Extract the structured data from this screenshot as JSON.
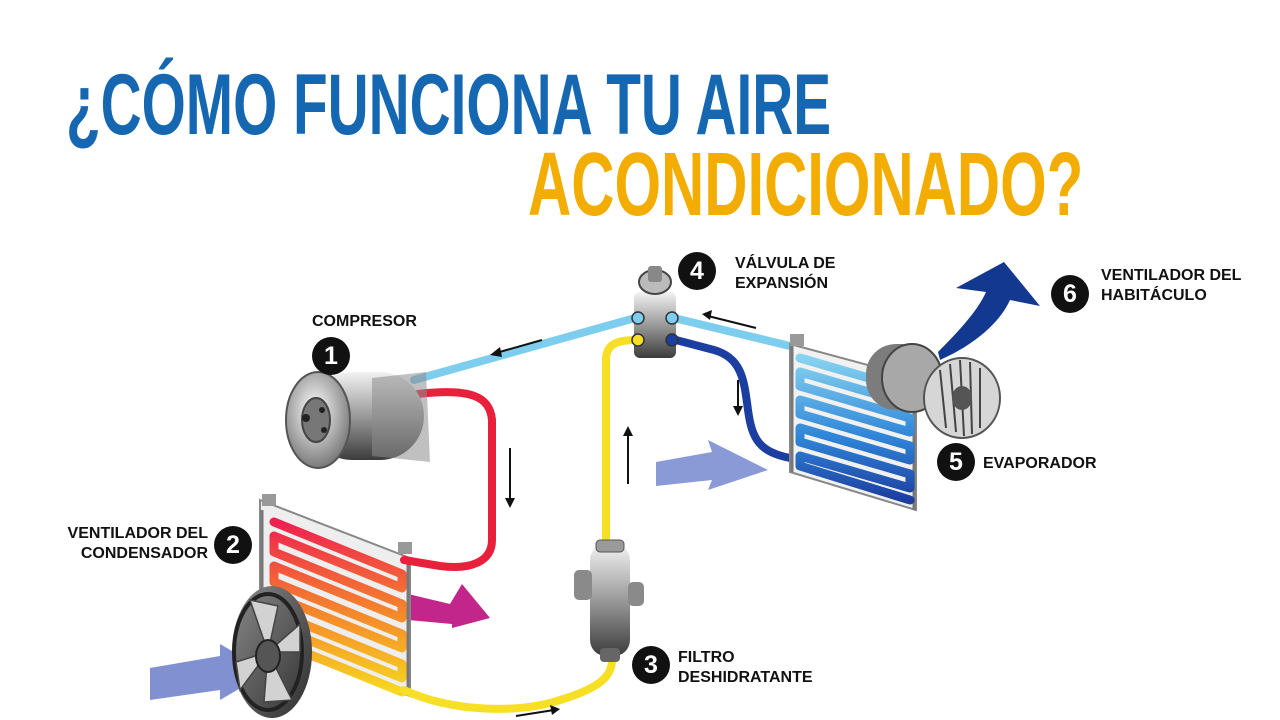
{
  "title": {
    "line1": "¿CÓMO FUNCIONA TU AIRE",
    "line2": "ACONDICIONADO?",
    "line1_color": "#1467b0",
    "line2_color": "#f2ad00"
  },
  "colors": {
    "low_pressure_gas": "#7dcdee",
    "high_pressure_gas": "#e8203c",
    "high_pressure_liquid": "#f7df25",
    "low_pressure_liquid": "#1c3ea0",
    "hot_air": "#c2268a",
    "outside_air": "#7f8fcf",
    "cabin_air": "#12398f"
  },
  "components": [
    {
      "number": "1",
      "label": "COMPRESOR",
      "icon": "compressor-icon"
    },
    {
      "number": "2",
      "label": "VENTILADOR DEL\nCONDENSADOR",
      "icon": "condenser-fan-icon"
    },
    {
      "number": "3",
      "label": "FILTRO\nDESHIDRATANTE",
      "icon": "receiver-drier-icon"
    },
    {
      "number": "4",
      "label": "VÁLVULA DE\nEXPANSIÓN",
      "icon": "expansion-valve-icon"
    },
    {
      "number": "5",
      "label": "EVAPORADOR",
      "icon": "evaporator-icon"
    },
    {
      "number": "6",
      "label": "VENTILADOR DEL\nHABITÁCULO",
      "icon": "blower-fan-icon"
    }
  ]
}
